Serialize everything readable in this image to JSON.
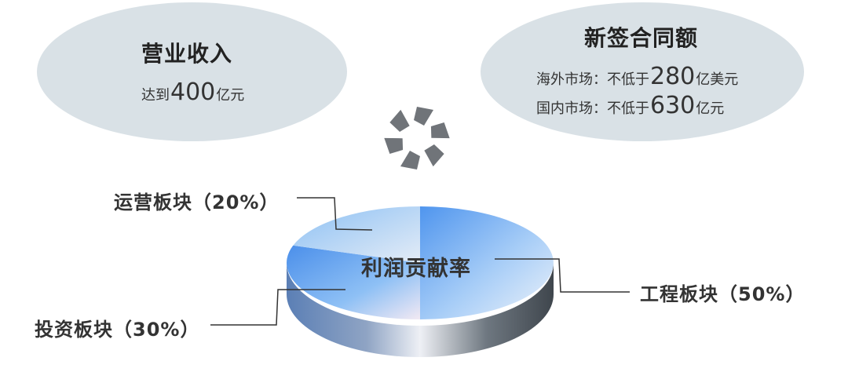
{
  "revenue": {
    "title": "营业收入",
    "prefix": "达到",
    "value": "400",
    "unit": "亿元"
  },
  "contracts": {
    "title": "新签合同额",
    "overseas": {
      "prefix": "海外市场：不低于",
      "value": "280",
      "unit": "亿美元"
    },
    "domestic": {
      "prefix": "国内市场：不低于",
      "value": "630",
      "unit": "亿元"
    }
  },
  "icon": "aperture-icon",
  "chart_data": {
    "type": "pie",
    "title": "利润贡献率",
    "slices": [
      {
        "label": "工程板块（50%）",
        "value": 50
      },
      {
        "label": "投资板块（30%）",
        "value": 30
      },
      {
        "label": "运营板块（20%）",
        "value": 20
      }
    ],
    "style": "3d",
    "colors": {
      "engineering": "#5a9cf0",
      "investment": "#6aa8f4",
      "operations": "#cfe0f4",
      "side": "#5a626b"
    }
  }
}
